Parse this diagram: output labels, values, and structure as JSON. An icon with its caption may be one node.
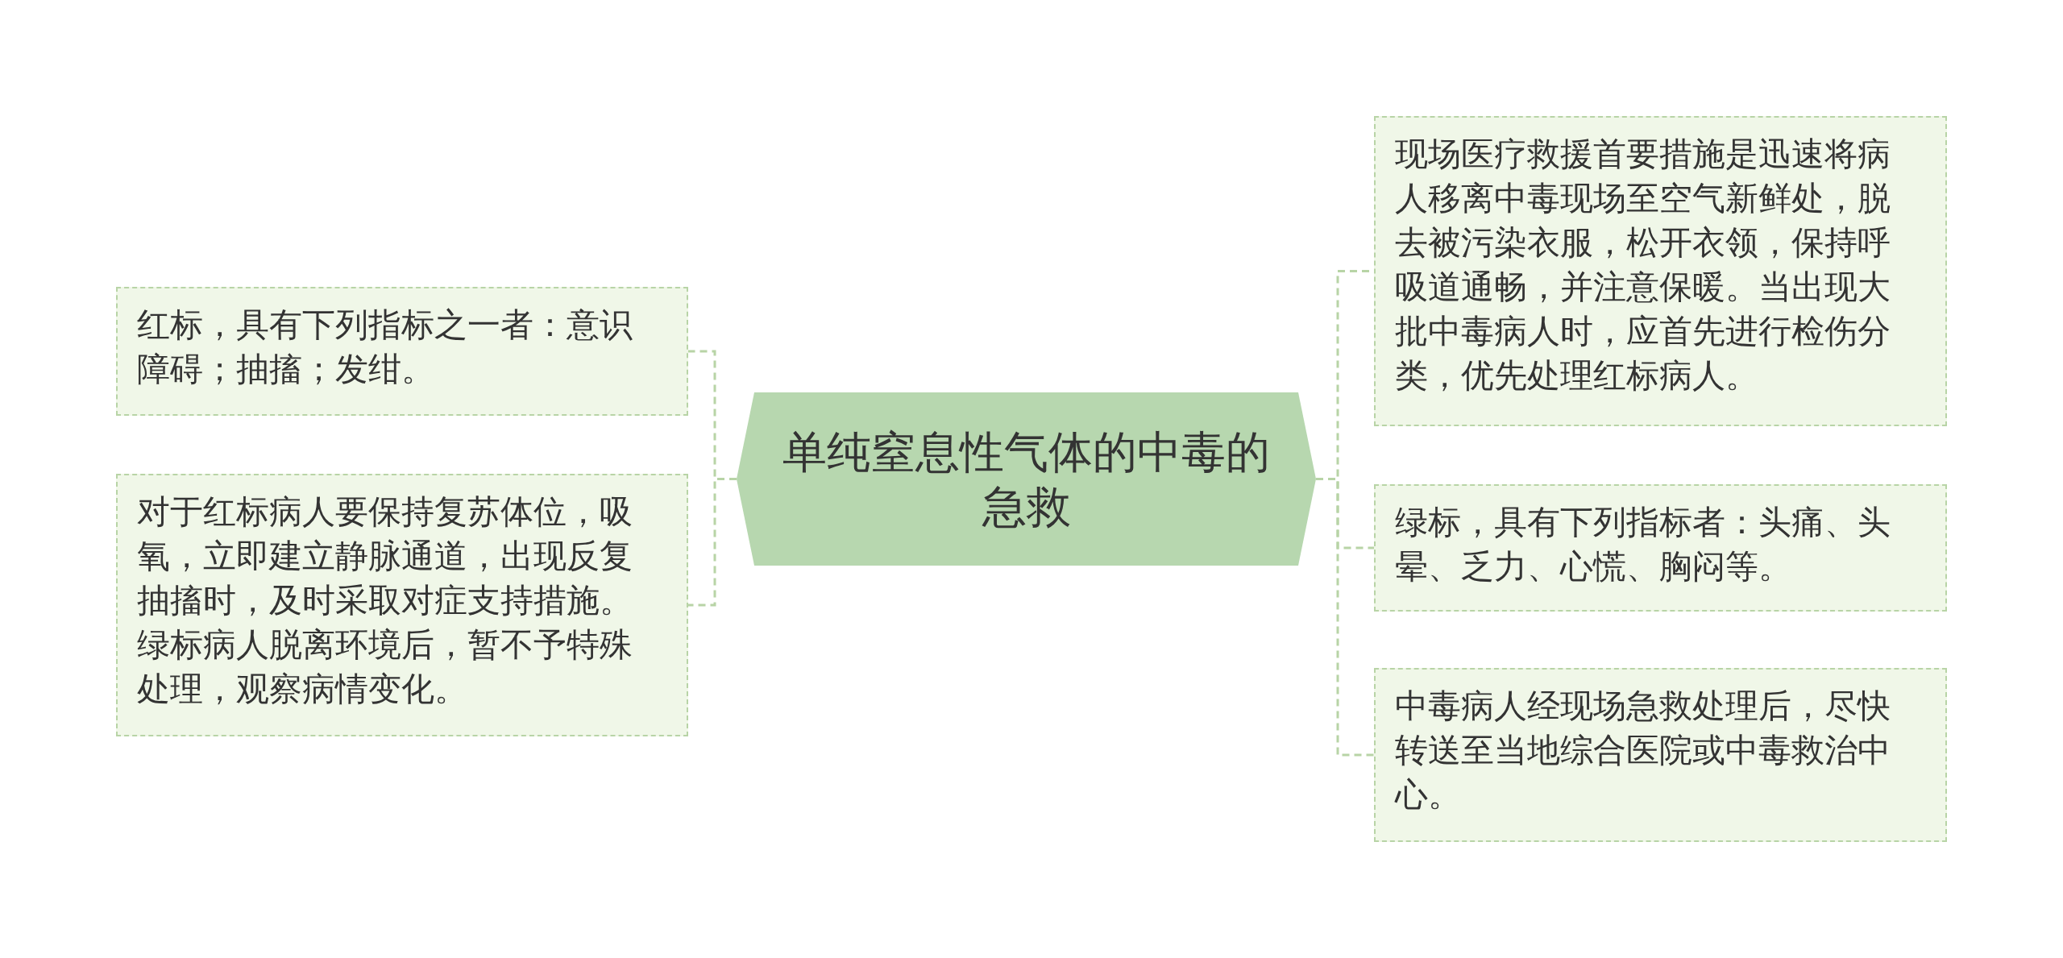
{
  "diagram": {
    "nodes": [
      {
        "text": [
          "单纯窒息性气体的中毒的急救"
        ]
      },
      {
        "text": [
          "红标，具有下列指标之一者：意识障碍；抽搐；发绀。"
        ]
      },
      {
        "text": [
          "对于红标病人要保持复苏体位，吸氧，立即建立静脉通道，出现反复抽搐时，及时采取对症支持措施。绿标病人脱离环境后，暂不予特殊处理，观察病情变化。"
        ]
      },
      {
        "text": [
          "现场医疗救援首要措施是迅速将病人移离中毒现场至空气新鲜处，脱去被污染衣服，松开衣领，保持呼吸道通畅，并注意保暖。当出现大批中毒病人时，应首先进行检伤分类，优先处理红标病人。"
        ]
      },
      {
        "text": [
          "绿标，具有下列指标者：头痛、头晕、乏力、心慌、胸闷等。"
        ]
      },
      {
        "text": [
          "中毒病人经现场急救处理后，尽快转送至当地综合医院或中毒救治中心。"
        ]
      }
    ],
    "edges": [
      {
        "from": 0,
        "to": 1,
        "arrow": "none"
      },
      {
        "from": 0,
        "to": 2,
        "arrow": "none"
      },
      {
        "from": 0,
        "to": 3,
        "arrow": "none"
      },
      {
        "from": 0,
        "to": 4,
        "arrow": "none"
      },
      {
        "from": 0,
        "to": 5,
        "arrow": "none"
      }
    ]
  }
}
